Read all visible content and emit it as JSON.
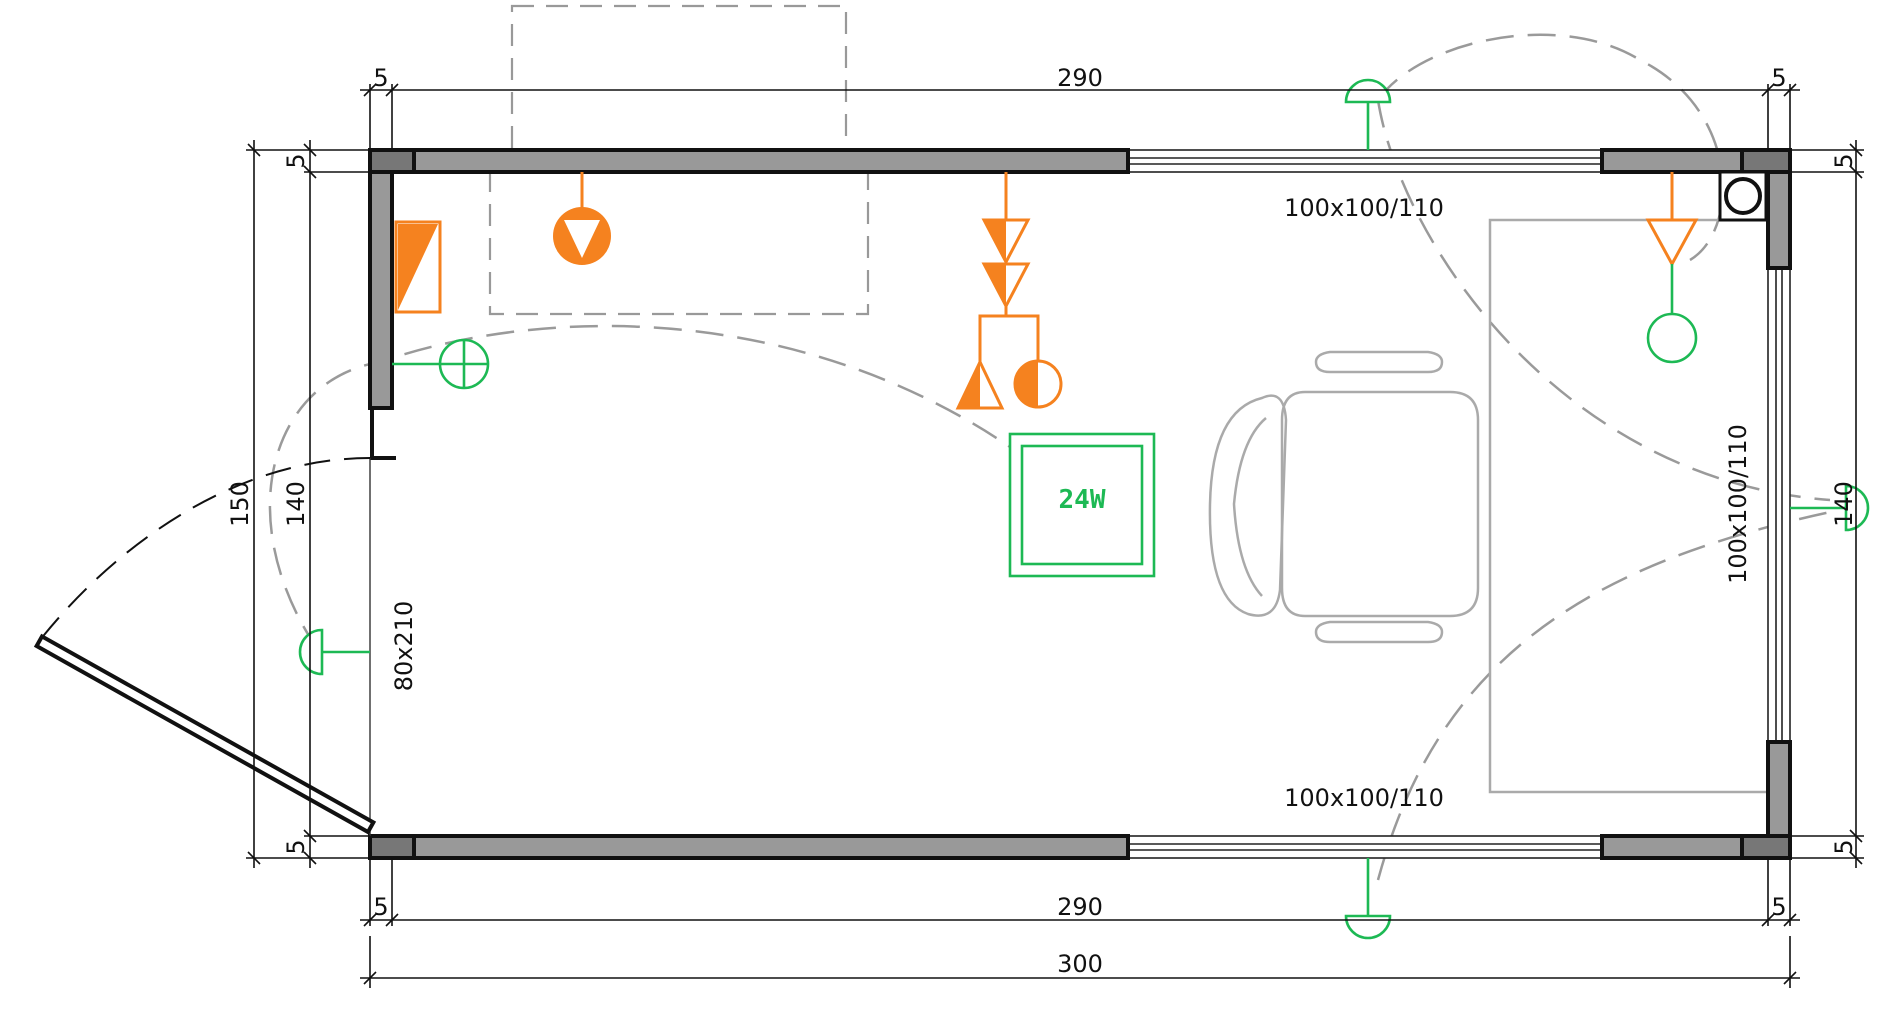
{
  "dimensions": {
    "top_left": "5",
    "top_middle": "290",
    "top_right": "5",
    "bottom_left": "5",
    "bottom_middle": "290",
    "bottom_right": "5",
    "overall_width": "300",
    "left_outer_height": "150",
    "left_inner_height": "140",
    "left_top_wall": "5",
    "left_bottom_wall": "5",
    "right_height": "140",
    "right_top_wall": "5",
    "right_bottom_wall": "5"
  },
  "windows": {
    "top": "100x100/110",
    "bottom": "100x100/110",
    "right": "100x100/110"
  },
  "door": {
    "size": "80x210"
  },
  "light": {
    "power": "24W"
  },
  "colors": {
    "wall_fill": "#999999",
    "wall_outline": "#111111",
    "electrical_orange": "#f5821f",
    "lighting_green": "#1db954",
    "furniture_gray": "#aaaaaa",
    "dashed_gray": "#999999"
  }
}
